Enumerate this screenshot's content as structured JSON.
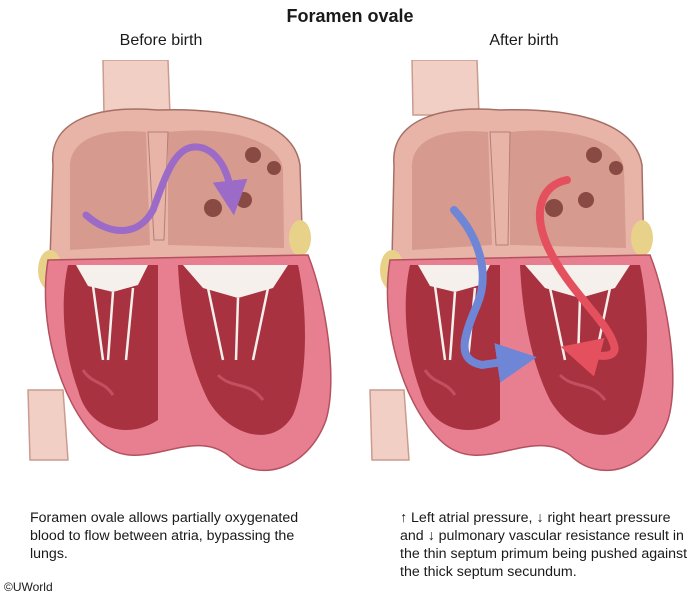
{
  "title": "Foramen ovale",
  "panels": {
    "before": {
      "subtitle": "Before birth",
      "caption": "Foramen ovale allows partially oxygenated blood to flow between atria, bypassing the lungs."
    },
    "after": {
      "subtitle": "After birth",
      "caption": "↑ Left atrial pressure, ↓ right heart pressure and ↓ pulmonary vascular resistance result in the thin septum primum being pushed against the thick septum secundum."
    }
  },
  "copyright": "©UWorld",
  "colors": {
    "vessel": "#f2cfc4",
    "vessel_outline": "#c99c8f",
    "atrium_wall": "#e8b4a8",
    "atrium_cavity": "#d69a8f",
    "myocardium": "#e87f91",
    "ventricle_cavity": "#a8323f",
    "valve_tissue": "#f5f0ec",
    "fat": "#e8d28a",
    "arrow_mixed": "#9b6bc7",
    "arrow_deoxygenated": "#6f86d6",
    "arrow_oxygenated": "#e5505f"
  },
  "icons": {
    "before_arrow": "purple-curved-arrow-icon",
    "after_blue_arrow": "blue-arrow-icon",
    "after_red_arrow": "red-arrow-icon"
  }
}
